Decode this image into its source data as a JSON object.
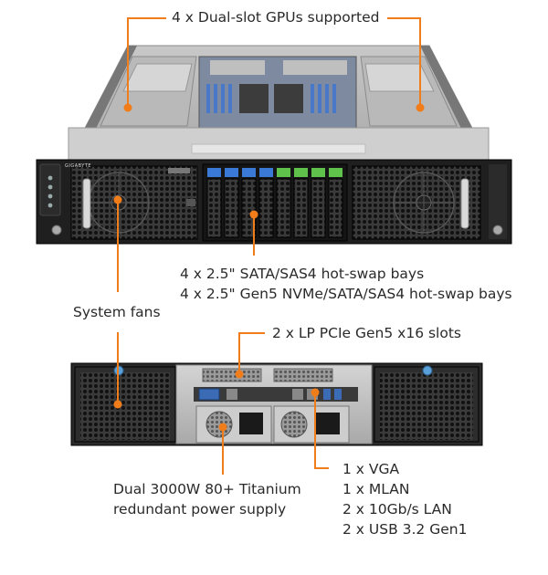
{
  "accent_color": "#f07d1a",
  "callouts": {
    "gpus": "4 x Dual-slot GPUs supported",
    "bays_line1": "4 x 2.5\" SATA/SAS4 hot-swap bays",
    "bays_line2": "4 x 2.5\" Gen5 NVMe/SATA/SAS4 hot-swap bays",
    "fans": "System fans",
    "pcie": "2 x LP PCIe Gen5 x16 slots",
    "psu_line1": "Dual 3000W 80+ Titanium",
    "psu_line2": "redundant power supply",
    "io_line1": "1 x VGA",
    "io_line2": "1 x MLAN",
    "io_line3": "2 x 10Gb/s LAN",
    "io_line4": "2 x USB 3.2 Gen1"
  },
  "front_brand": "GIGABYTE"
}
